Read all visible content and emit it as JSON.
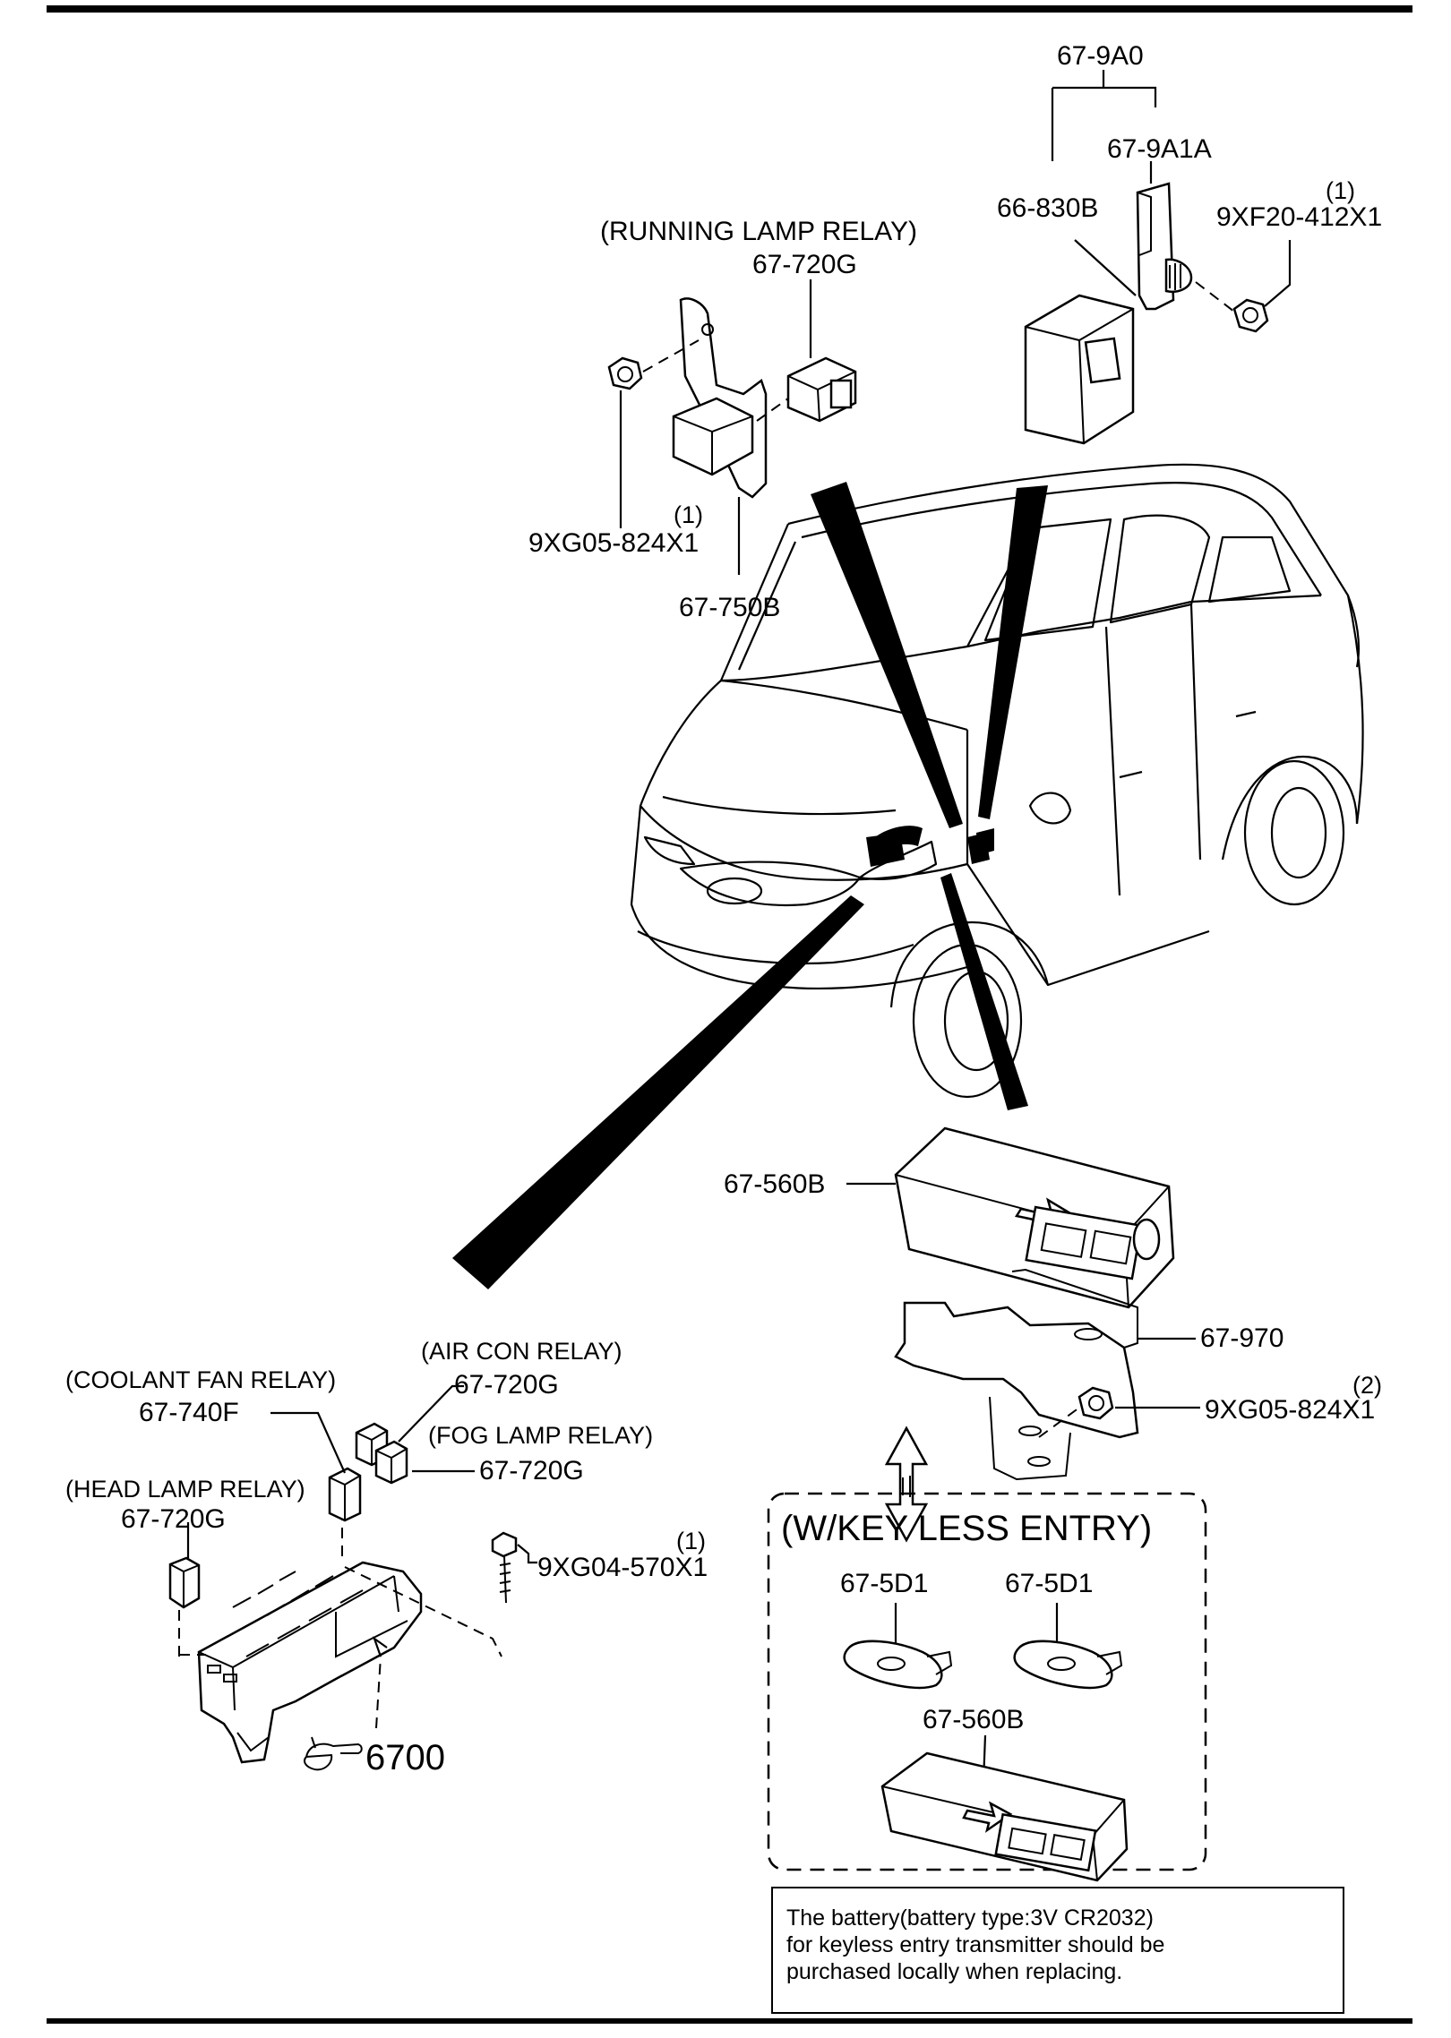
{
  "labels": {
    "p679a0": "67-9A0",
    "p679a1a": "67-9A1A",
    "p66830b": "66-830B",
    "qty_9xf20": "(1)",
    "p9xf20": "9XF20-412X1",
    "running_lamp_relay": "(RUNNING LAMP RELAY)",
    "p67720g_running": "67-720G",
    "qty_9xg05_top": "(1)",
    "p9xg05_top": "9XG05-824X1",
    "p67750b": "67-750B",
    "p67560b": "67-560B",
    "p67970": "67-970",
    "qty_9xg05_bottom": "(2)",
    "p9xg05_bottom": "9XG05-824X1",
    "air_con_relay": "(AIR CON RELAY)",
    "p67720g_aircon": "67-720G",
    "coolant_fan_relay": "(COOLANT FAN  RELAY)",
    "p67740f": "67-740F",
    "fog_lamp_relay": "(FOG LAMP  RELAY)",
    "p67720g_fog": "67-720G",
    "head_lamp_relay": "(HEAD LAMP RELAY)",
    "p67720g_head": "67-720G",
    "qty_9xg04": "(1)",
    "p9xg04": "9XG04-570X1",
    "ref_6700": "6700",
    "keyless_title": "(W/KEY LESS ENTRY)",
    "p675d1_left": "67-5D1",
    "p675d1_right": "67-5D1",
    "p67560b_keyless": "67-560B"
  },
  "note": {
    "line1": "The battery(battery type:3V CR2032)",
    "line2": "for keyless entry transmitter should be",
    "line3": "purchased locally when replacing."
  },
  "icons": {
    "reference": "pointing-hand-icon",
    "direction": "double-arrow-icon"
  }
}
